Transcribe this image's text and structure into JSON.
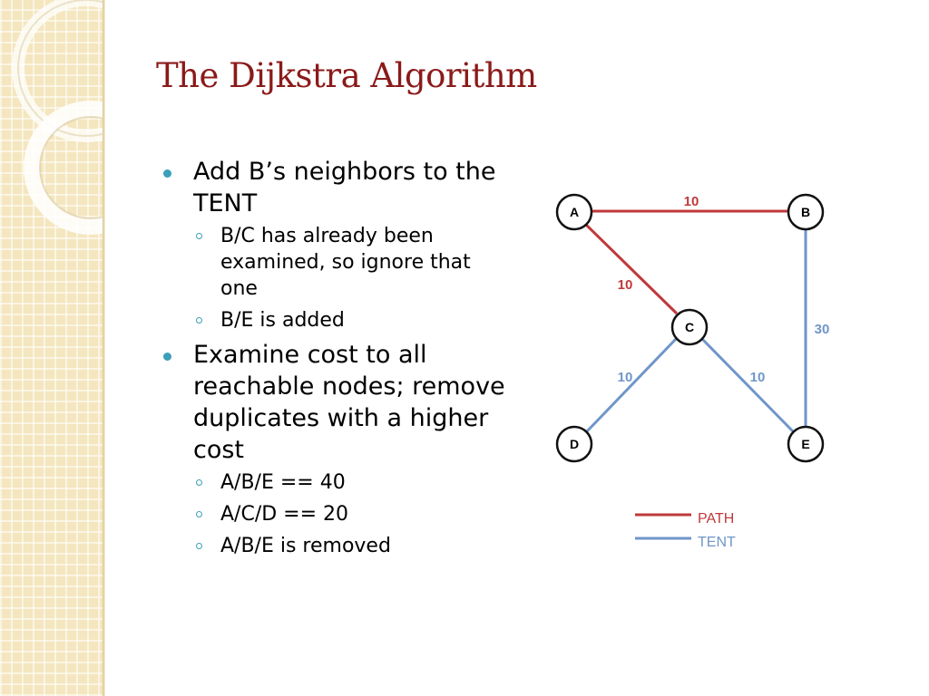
{
  "slide": {
    "title": "The Dijkstra Algorithm",
    "bullets": [
      {
        "text": "Add B’s neighbors to the TENT",
        "sub": [
          "B/C has already been examined, so ignore that one",
          "B/E is added"
        ]
      },
      {
        "text": "Examine cost to all reachable nodes; remove duplicates with a higher cost",
        "sub": [
          "A/B/E == 40",
          "A/C/D == 20",
          "A/B/E is removed"
        ]
      }
    ]
  },
  "diagram": {
    "nodes": [
      "A",
      "B",
      "C",
      "D",
      "E"
    ],
    "edges": [
      {
        "from": "A",
        "to": "B",
        "weight": "10",
        "type": "path"
      },
      {
        "from": "A",
        "to": "C",
        "weight": "10",
        "type": "path"
      },
      {
        "from": "B",
        "to": "E",
        "weight": "30",
        "type": "tent"
      },
      {
        "from": "C",
        "to": "D",
        "weight": "10",
        "type": "tent"
      },
      {
        "from": "C",
        "to": "E",
        "weight": "10",
        "type": "tent"
      }
    ],
    "legend": {
      "path": "PATH",
      "tent": "TENT"
    }
  },
  "colors": {
    "path": "#c0393b",
    "tent": "#6f96c9",
    "title": "#8b1a1a",
    "bullet": "#3a9fb8"
  }
}
